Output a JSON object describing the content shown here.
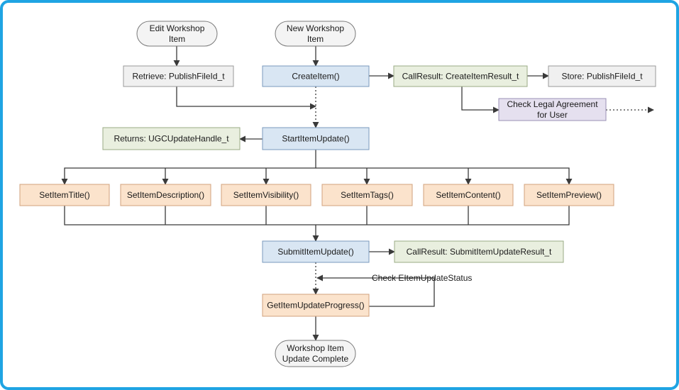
{
  "colors": {
    "frame": "#1fa4e3",
    "blue_fill": "#d9e6f3",
    "blue_stroke": "#7a99bd",
    "green_fill": "#e9efdf",
    "green_stroke": "#9aab84",
    "gray_fill": "#f0f0f0",
    "gray_stroke": "#9a9a9a",
    "orange_fill": "#fbe3cc",
    "orange_stroke": "#d0a27d",
    "purple_fill": "#e5e0ef",
    "purple_stroke": "#9a8fb4",
    "terminal_fill": "#f4f4f4",
    "terminal_stroke": "#7a7a7a",
    "wire": "#3a3a3a"
  },
  "nodes": {
    "edit_workshop_item": [
      "Edit Workshop",
      "Item"
    ],
    "new_workshop_item": [
      "New Workshop",
      "Item"
    ],
    "retrieve_publishfileid": [
      "Retrieve: PublishFileId_t"
    ],
    "create_item": [
      "CreateItem()"
    ],
    "callresult_createitem": [
      "CallResult: CreateItemResult_t"
    ],
    "store_publishfileid": [
      "Store: PublishFileId_t"
    ],
    "check_legal_agreement": [
      "Check Legal Agreement",
      "for User"
    ],
    "returns_ugcupdatehandle": [
      "Returns: UGCUpdateHandle_t"
    ],
    "start_item_update": [
      "StartItemUpdate()"
    ],
    "set_item_title": [
      "SetItemTitle()"
    ],
    "set_item_description": [
      "SetItemDescription()"
    ],
    "set_item_visibility": [
      "SetItemVisibility()"
    ],
    "set_item_tags": [
      "SetItemTags()"
    ],
    "set_item_content": [
      "SetItemContent()"
    ],
    "set_item_preview": [
      "SetItemPreview()"
    ],
    "submit_item_update": [
      "SubmitItemUpdate()"
    ],
    "callresult_submititemupdate": [
      "CallResult: SubmitItemUpdateResult_t"
    ],
    "get_item_update_progress": [
      "GetItemUpdateProgress()"
    ],
    "workshop_item_update_complete": [
      "Workshop Item",
      "Update Complete"
    ]
  },
  "notes": {
    "check_eitemupdatestatus": "Check EItemUpdateStatus"
  }
}
